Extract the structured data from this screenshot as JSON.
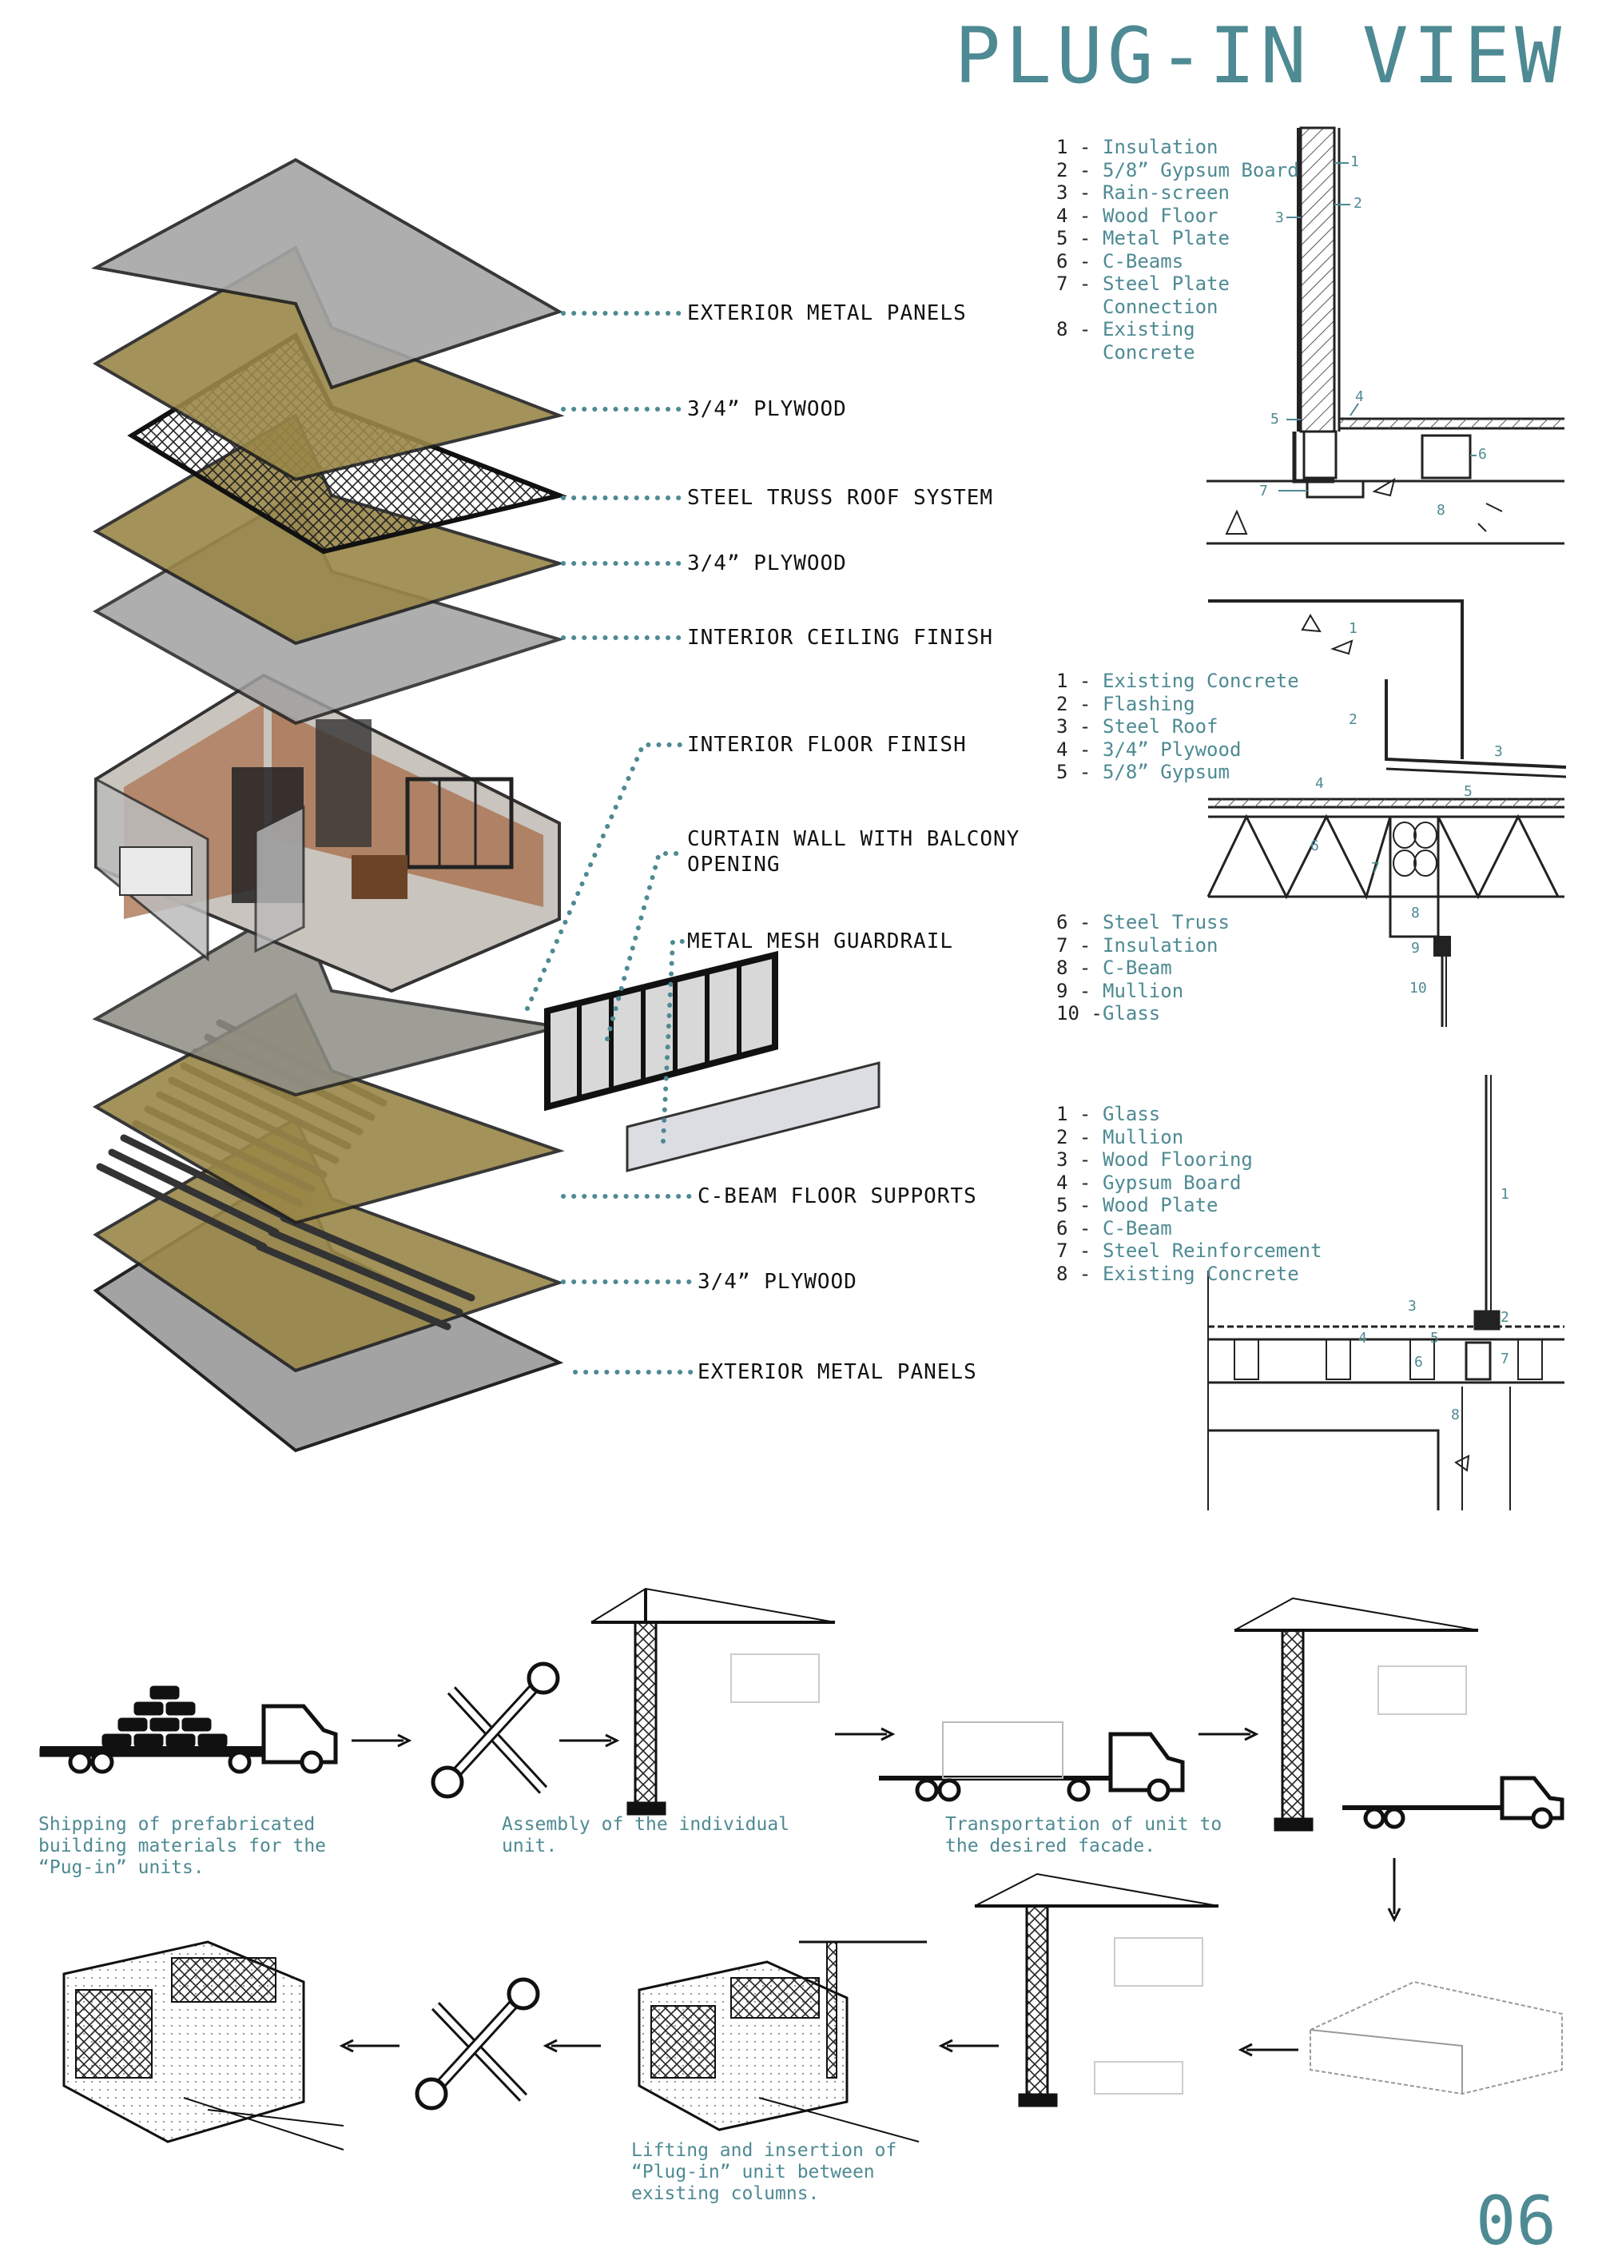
{
  "header": {
    "title": "PLUG-IN VIEW",
    "page_number": "06"
  },
  "colors": {
    "accent": "#4e8a93",
    "gray_layer": "#8e8e8e",
    "olive_layer": "#9c8a4a",
    "ink": "#111111"
  },
  "exploded_labels": [
    "EXTERIOR METAL PANELS",
    "3/4” PLYWOOD",
    "STEEL TRUSS ROOF SYSTEM",
    "3/4” PLYWOOD",
    "INTERIOR CEILING FINISH",
    "INTERIOR FLOOR FINISH",
    "CURTAIN WALL WITH BALCONY\nOPENING",
    "METAL MESH GUARDRAIL",
    "C-BEAM FLOOR SUPPORTS",
    "3/4” PLYWOOD",
    "EXTERIOR METAL PANELS"
  ],
  "detail_1": {
    "legend": [
      {
        "num": "1 -",
        "text": "Insulation"
      },
      {
        "num": "2 -",
        "text": "5/8” Gypsum Board"
      },
      {
        "num": "3 -",
        "text": "Rain-screen"
      },
      {
        "num": "4 -",
        "text": "Wood Floor"
      },
      {
        "num": "5 -",
        "text": "Metal Plate"
      },
      {
        "num": "6 -",
        "text": "C-Beams"
      },
      {
        "num": "7 -",
        "text": "Steel Plate\nConnection"
      },
      {
        "num": "8 -",
        "text": "Existing\nConcrete"
      }
    ],
    "tags": [
      "1",
      "2",
      "3",
      "4",
      "5",
      "6",
      "7",
      "8"
    ]
  },
  "detail_2": {
    "legend_a": [
      {
        "num": "1 -",
        "text": "Existing Concrete"
      },
      {
        "num": "2 -",
        "text": "Flashing"
      },
      {
        "num": "3 -",
        "text": "Steel Roof"
      },
      {
        "num": "4 -",
        "text": "3/4” Plywood"
      },
      {
        "num": "5 -",
        "text": "5/8” Gypsum"
      }
    ],
    "legend_b": [
      {
        "num": "6 -",
        "text": "Steel Truss"
      },
      {
        "num": "7 -",
        "text": "Insulation"
      },
      {
        "num": "8 -",
        "text": "C-Beam"
      },
      {
        "num": "9 -",
        "text": "Mullion"
      },
      {
        "num": "10 -",
        "text": "Glass"
      }
    ],
    "tags": [
      "1",
      "2",
      "3",
      "4",
      "5",
      "6",
      "7",
      "8",
      "9",
      "10"
    ]
  },
  "detail_3": {
    "legend": [
      {
        "num": "1 -",
        "text": "Glass"
      },
      {
        "num": "2 -",
        "text": "Mullion"
      },
      {
        "num": "3 -",
        "text": "Wood Flooring"
      },
      {
        "num": "4 -",
        "text": "Gypsum Board"
      },
      {
        "num": "5 -",
        "text": "Wood Plate"
      },
      {
        "num": "6 -",
        "text": "C-Beam"
      },
      {
        "num": "7 -",
        "text": "Steel Reinforcement"
      },
      {
        "num": "8 -",
        "text": "Existing Concrete"
      }
    ],
    "tags": [
      "1",
      "2",
      "3",
      "4",
      "5",
      "6",
      "7",
      "8"
    ]
  },
  "process": {
    "captions": [
      "Shipping of prefabricated\nbuilding materials for the\n“Pug-in” units.",
      "Assembly of the individual\nunit.",
      "Transportation of unit to\nthe desired facade.",
      "Lifting and insertion of\n“Plug-in” unit between\nexisting columns."
    ]
  }
}
